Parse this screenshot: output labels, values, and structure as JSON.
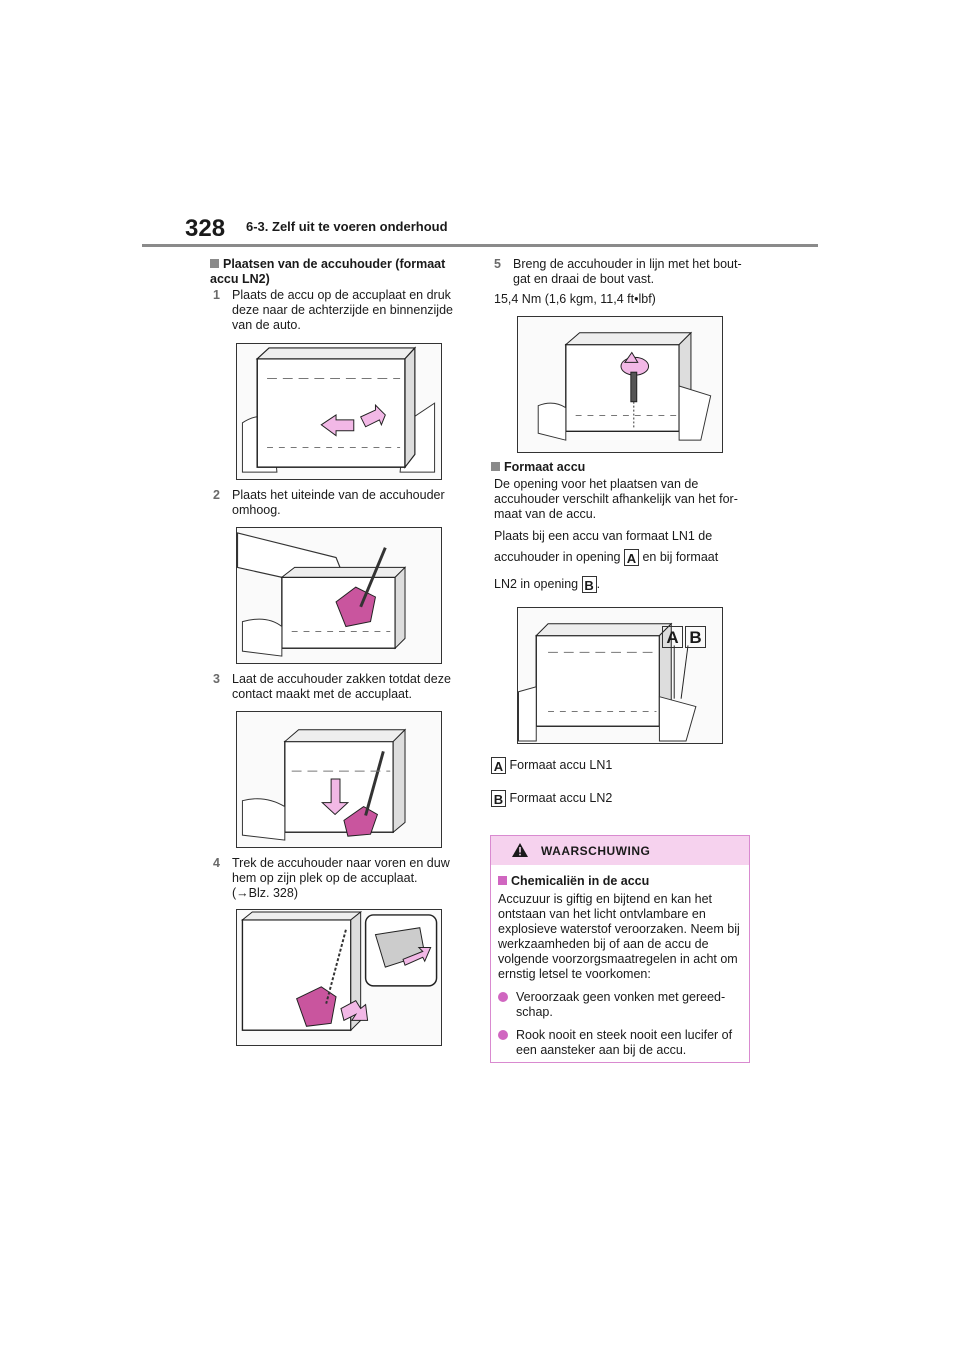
{
  "header": {
    "page_number": "328",
    "section": "6-3. Zelf uit te voeren onderhoud"
  },
  "left": {
    "heading": "Plaatsen van de accuhouder (formaat accu LN2)",
    "steps": [
      {
        "num": "1",
        "text": "Plaats de accu op de accuplaat en druk deze naar de achterzijde en binnenzijde van de auto."
      },
      {
        "num": "2",
        "text": "Plaats het uiteinde van de accuhouder omhoog."
      },
      {
        "num": "3",
        "text": "Laat de accuhouder zakken totdat deze contact maakt met de accuplaat."
      },
      {
        "num": "4",
        "text": "Trek de accuhouder naar voren en duw hem op zijn plek op de accuplaat.",
        "ref": "(→Blz. 328)"
      }
    ]
  },
  "right": {
    "step5": {
      "num": "5",
      "text": "Breng de accuhouder in lijn met het bout­gat en draai de bout vast."
    },
    "torque": "15,4 Nm (1,6 kgm, 11,4 ft•lbf)",
    "heading": "Formaat accu",
    "para1": "De opening voor het plaatsen van de accuhouder verschilt afhankelijk van het for­maat van de accu.",
    "para2_a": "Plaats bij een accu van formaat LN1 de",
    "para2_b": "accuhouder in opening",
    "para2_c": "en bij formaat",
    "para2_d": "LN2 in opening",
    "para2_e": ".",
    "label_a": "A",
    "label_b": "B",
    "legend_a": "Formaat accu LN1",
    "legend_b": "Formaat accu LN2"
  },
  "warning": {
    "title": "WAARSCHUWING",
    "heading": "Chemicaliën in de accu",
    "para": "Accuzuur is giftig en bijtend en kan het ontstaan van het licht ontvlambare en explosieve waterstof veroorzaken. Neem bij werkzaamheden bij of aan de accu de volgende voorzorgsmaatregelen in acht om ernstig letsel te voorkomen:",
    "bullets": [
      "Veroorzaak geen vonken met gereed­schap.",
      "Rook nooit en steek nooit een lucifer of een aansteker aan bij de accu."
    ]
  },
  "colors": {
    "accent": "#d066c0",
    "warning_bg": "#f6d2ee",
    "rule": "#8a8a8a"
  }
}
